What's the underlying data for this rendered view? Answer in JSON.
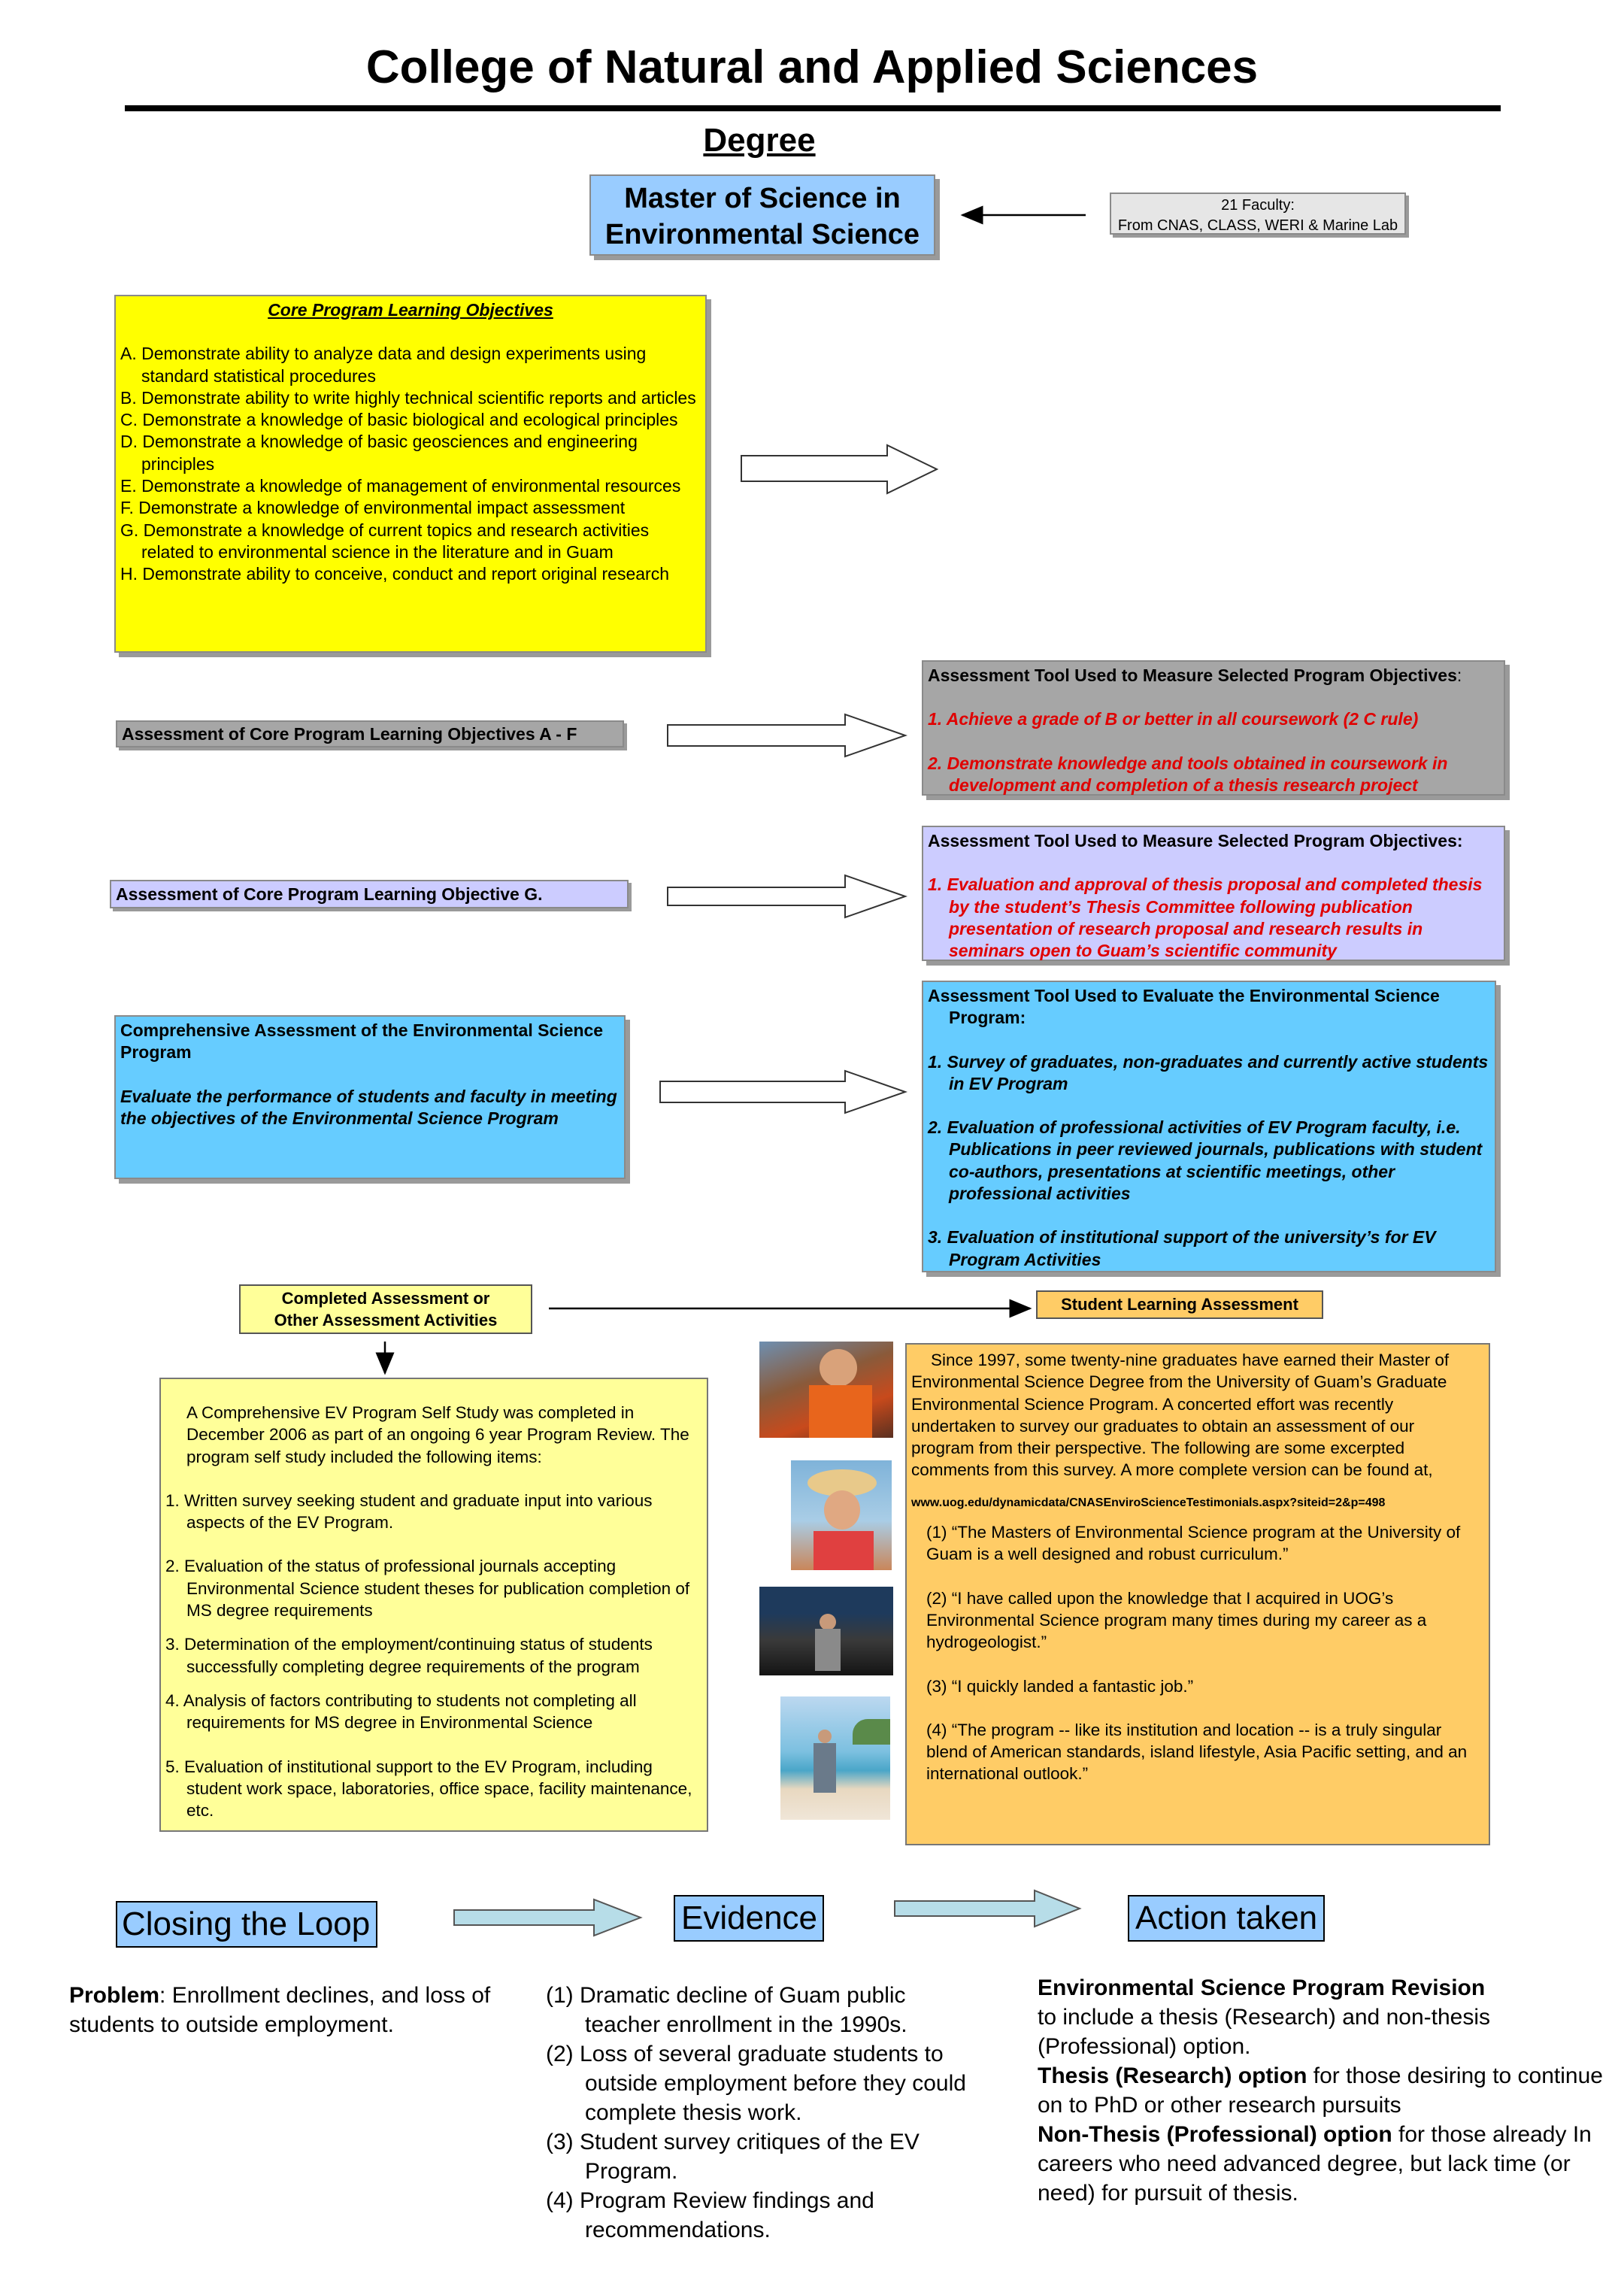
{
  "header": {
    "title": "College of Natural and Applied Sciences",
    "degree_label": "Degree",
    "degree_name": "Master of Science in Environmental Science",
    "faculty_line1": "21 Faculty:",
    "faculty_line2": "From CNAS, CLASS, WERI & Marine Lab"
  },
  "objectives": {
    "heading": "Core Program Learning Objectives",
    "items": [
      "A. Demonstrate ability to analyze data and design experiments using standard statistical procedures",
      "B. Demonstrate ability to write highly technical scientific reports and articles",
      "C. Demonstrate a knowledge of basic biological and ecological principles",
      "D. Demonstrate a knowledge of basic geosciences and engineering principles",
      "E. Demonstrate a knowledge of management of environmental resources",
      "F. Demonstrate a knowledge of environmental impact assessment",
      "G. Demonstrate a knowledge of current topics and research activities related to environmental science in the literature and in Guam",
      "H. Demonstrate ability to conceive, conduct and report original research"
    ]
  },
  "assess_af": {
    "label": "Assessment of Core Program Learning Objectives A - F",
    "tool_heading": "Assessment Tool Used to Measure Selected Program Objectives",
    "tool_heading_colon": ":",
    "items": [
      "1. Achieve a grade of B or better in all coursework (2 C rule)",
      "2. Demonstrate knowledge and tools obtained in coursework in development and completion of a thesis research project"
    ]
  },
  "assess_g": {
    "label": "Assessment of Core Program Learning Objective G.",
    "tool_heading": "Assessment Tool Used to Measure Selected Program Objectives:",
    "items": [
      "1. Evaluation and approval of thesis proposal and completed thesis by the student’s Thesis Committee following publication presentation of research proposal and research results in seminars open to Guam’s scientific community"
    ]
  },
  "comprehensive": {
    "title": "Comprehensive Assessment of the Environmental Science Program",
    "subtitle": "Evaluate the performance of students and faculty in meeting the objectives of the Environmental Science Program",
    "tool_heading": "Assessment Tool Used to Evaluate the Environmental Science Program:",
    "items": [
      "1. Survey of graduates, non-graduates and currently active students in EV Program",
      "2. Evaluation of professional activities of EV Program faculty, i.e. Publications in peer reviewed journals, publications with student co-authors, presentations at scientific meetings, other professional activities",
      "3. Evaluation of institutional support of the university’s for EV Program Activities"
    ]
  },
  "completed": {
    "label_line1": "Completed Assessment or",
    "label_line2": "Other Assessment Activities",
    "intro": "A Comprehensive EV Program Self Study was completed in December 2006 as part of an ongoing 6 year Program Review. The program self study included the following items:",
    "items": [
      "1. Written survey  seeking student and graduate input into various aspects of the EV Program.",
      "2. Evaluation of the status of professional journals accepting Environmental Science student theses for publication completion of MS degree requirements",
      "3.  Determination of the employment/continuing status of students successfully completing degree requirements of the program",
      "4.  Analysis of factors contributing to students not completing all requirements for MS degree in Environmental Science",
      "5. Evaluation of institutional support to the EV Program, including student work space, laboratories, office space, facility maintenance, etc."
    ]
  },
  "sla": {
    "label": "Student Learning Assessment",
    "intro": "Since 1997, some twenty-nine graduates have earned their Master of Environmental Science Degree from the University of Guam’s Graduate Environmental Science Program. A concerted effort was recently undertaken to survey our graduates to obtain an assessment of our program from their perspective.  The following are some excerpted comments from this survey.  A more complete version can be found at,",
    "url": "www.uog.edu/dynamicdata/CNASEnviroScienceTestimonials.aspx?siteid=2&p=498",
    "quotes": [
      "(1) “The Masters of Environmental Science program at the University of Guam is a well designed and robust curriculum.”",
      "(2) “I have called upon the knowledge that I acquired in UOG’s Environmental Science program many times during my career as a hydrogeologist.”",
      "(3) “I quickly landed a fantastic job.”",
      "(4) “The program -- like its institution and location -- is a truly singular blend of American standards, island lifestyle, Asia Pacific setting, and an international outlook.”"
    ]
  },
  "loop": {
    "closing_label": "Closing the Loop",
    "evidence_label": "Evidence",
    "action_label": "Action taken",
    "problem_bold": "Problem",
    "problem_text": ": Enrollment declines, and loss of students to outside employment.",
    "evidence_items": [
      "(1) Dramatic decline of Guam public teacher enrollment in the 1990s.",
      "(2) Loss of several graduate students to outside employment before they could complete thesis work.",
      "(3) Student survey critiques of the EV Program.",
      "(4) Program Review  findings and recommendations."
    ],
    "action_title": "Environmental Science Program Revision",
    "action_text": "to include a thesis (Research) and non-thesis (Professional) option.",
    "thesis_bold": "Thesis (Research) option",
    "thesis_text": " for those desiring to continue on to PhD or other research pursuits",
    "nonthesis_bold": "Non-Thesis (Professional) option",
    "nonthesis_text": " for those already In careers who need advanced degree, but lack time (or need) for pursuit of thesis."
  },
  "colors": {
    "blue_box": "#99ccff",
    "yellow_box": "#ffff00",
    "pale_yellow": "#ffff99",
    "gray_box": "#a6a6a6",
    "lavender": "#ccccff",
    "cyan_box": "#66ccff",
    "orange_box": "#ffcc66",
    "loop_box": "#99ccff",
    "arrow_fill": "#b7dde8",
    "red_text": "#e00000"
  }
}
